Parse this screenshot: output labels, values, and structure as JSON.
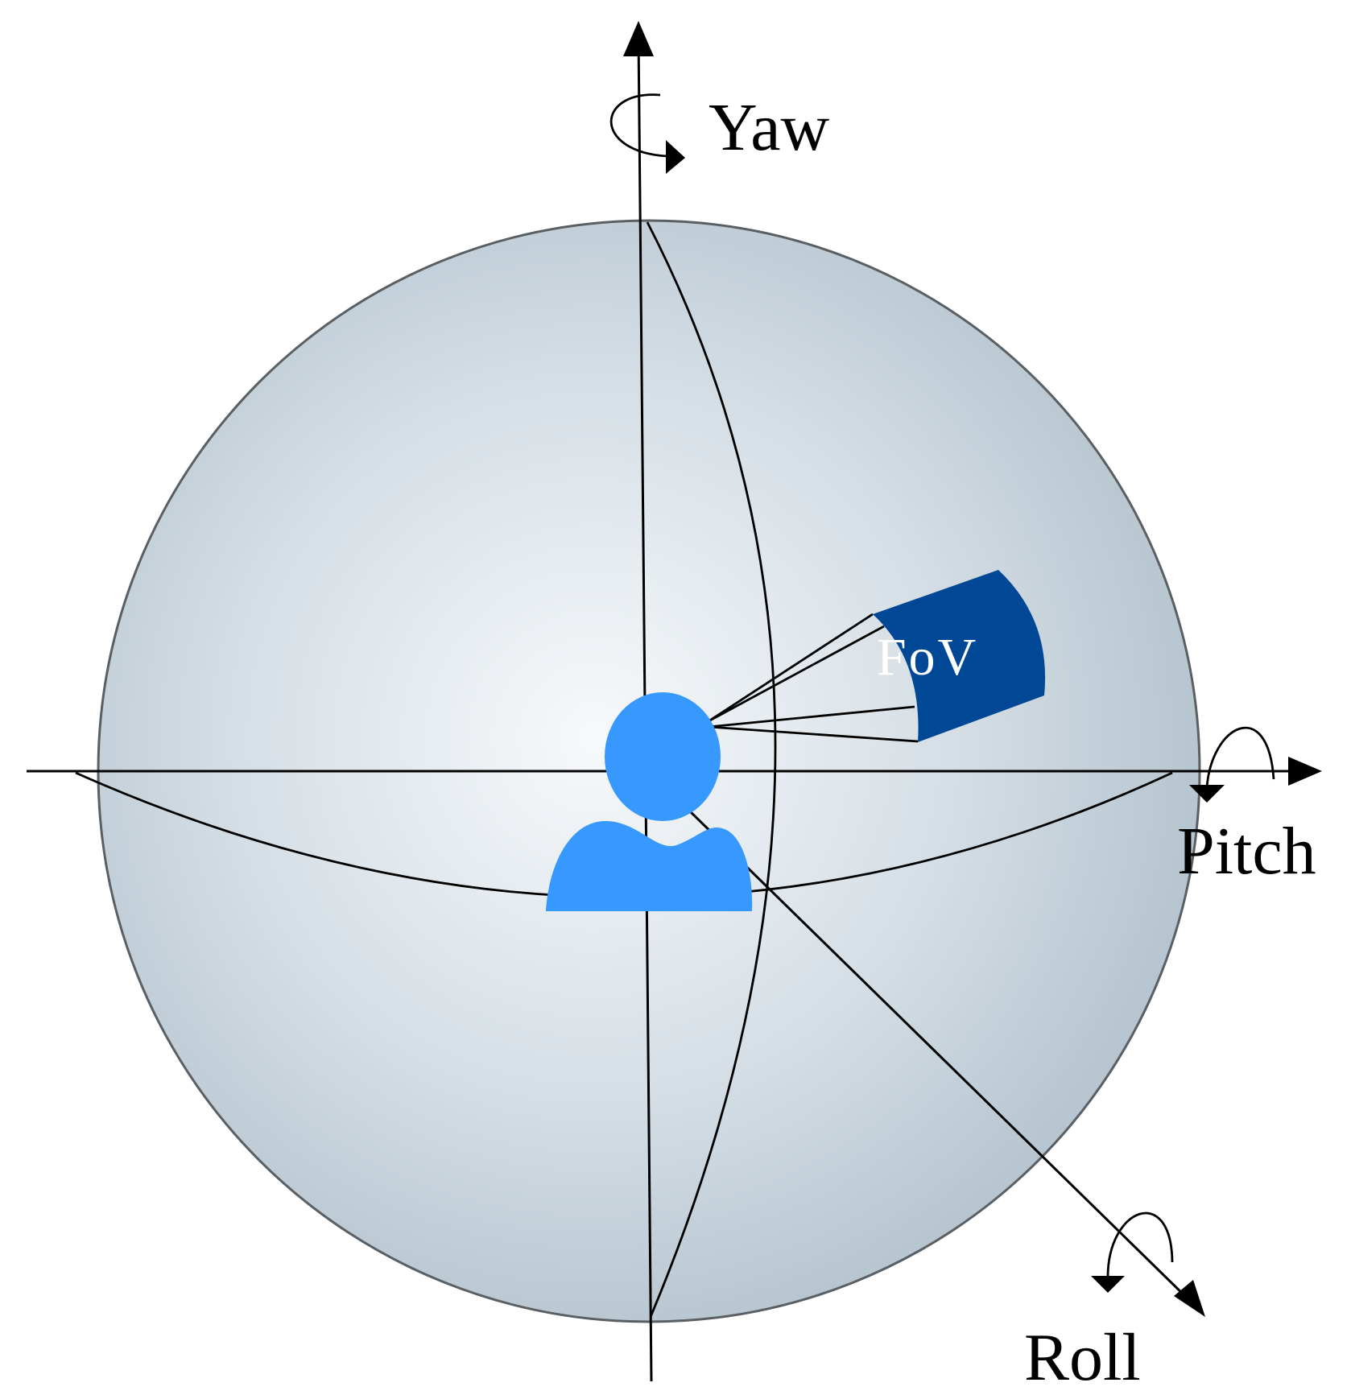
{
  "labels": {
    "yaw": "Yaw",
    "pitch": "Pitch",
    "roll": "Roll",
    "fov": "FoV"
  },
  "colors": {
    "sphere_center": "#f7f9fb",
    "sphere_edge": "#b3c2cd",
    "sphere_outline": "#5a5f64",
    "person": "#3799fd",
    "fov_panel": "#004896",
    "fov_text": "#ffffff",
    "lines": "#000000"
  },
  "icons": {
    "person": "person-silhouette-icon",
    "rotation": "rotation-arrow-icon"
  }
}
